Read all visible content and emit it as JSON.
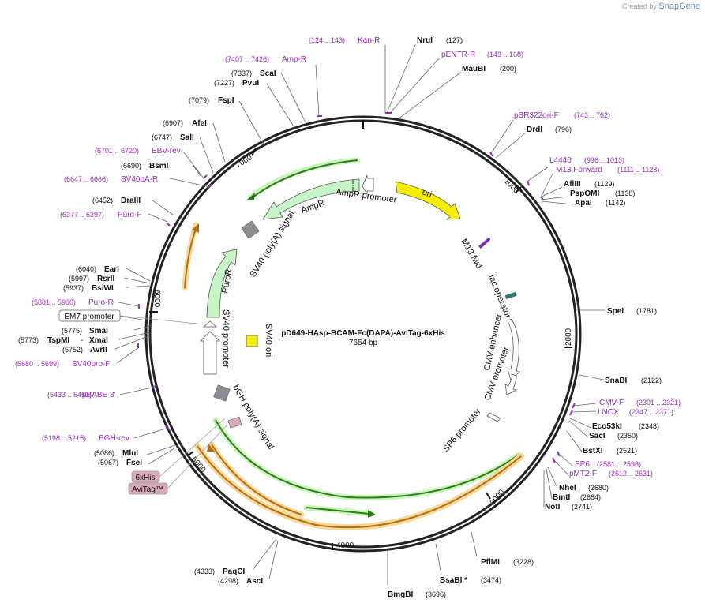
{
  "credit": {
    "prefix": "Created by",
    "brand": "SnapGene"
  },
  "plasmid": {
    "name": "pD649-HAsp-BCAM-Fc(DAPA)-AviTag-6xHis",
    "size_label": "7654 bp",
    "length": 7654
  },
  "ticks": [
    "1000",
    "2000",
    "3000",
    "4000",
    "5000",
    "6000",
    "7000"
  ],
  "sites": [
    {
      "name": "NruI",
      "pos": "(127)",
      "bold": true
    },
    {
      "name": "MauBI",
      "pos": "(200)",
      "bold": true
    },
    {
      "name": "DrdI",
      "pos": "(796)",
      "bold": true
    },
    {
      "name": "AflIII",
      "pos": "(1129)",
      "bold": true
    },
    {
      "name": "PspOMI",
      "pos": "(1138)",
      "bold": true
    },
    {
      "name": "ApaI",
      "pos": "(1142)",
      "bold": true
    },
    {
      "name": "SpeI",
      "pos": "(1781)",
      "bold": true
    },
    {
      "name": "SnaBI",
      "pos": "(2122)",
      "bold": true
    },
    {
      "name": "Eco53kI",
      "pos": "(2348)",
      "bold": true
    },
    {
      "name": "SacI",
      "pos": "(2350)",
      "bold": true
    },
    {
      "name": "BstXI",
      "pos": "(2521)",
      "bold": true
    },
    {
      "name": "NheI",
      "pos": "(2680)",
      "bold": true
    },
    {
      "name": "BmtI",
      "pos": "(2684)",
      "bold": true
    },
    {
      "name": "NotI",
      "pos": "(2741)",
      "bold": true
    },
    {
      "name": "PflMI",
      "pos": "(3228)",
      "bold": true
    },
    {
      "name": "BsaBI *",
      "pos": "(3474)",
      "bold": true
    },
    {
      "name": "BmgBI",
      "pos": "(3696)",
      "bold": true
    },
    {
      "name": "PaqCI",
      "pos": "(4333)",
      "bold": true
    },
    {
      "name": "AscI",
      "pos": "(4298)",
      "bold": true
    },
    {
      "name": "MluI",
      "pos": "(5086)",
      "bold": true
    },
    {
      "name": "FseI",
      "pos": "(5067)",
      "bold": true
    },
    {
      "name": "SmaI",
      "pos": "(5775)",
      "bold": true
    },
    {
      "name": "TspMI",
      "pos": "(5773)",
      "bold": true
    },
    {
      "name": "XmaI",
      "pos": "",
      "bold": true
    },
    {
      "name": "AvrII",
      "pos": "(5752)",
      "bold": true
    },
    {
      "name": "EarI",
      "pos": "(6040)",
      "bold": true
    },
    {
      "name": "RsrII",
      "pos": "(5997)",
      "bold": true
    },
    {
      "name": "BsiWI",
      "pos": "(5937)",
      "bold": true
    },
    {
      "name": "DraIII",
      "pos": "(6452)",
      "bold": true
    },
    {
      "name": "BsmI",
      "pos": "(6690)",
      "bold": true
    },
    {
      "name": "SalI",
      "pos": "(6747)",
      "bold": true
    },
    {
      "name": "AfeI",
      "pos": "(6907)",
      "bold": true
    },
    {
      "name": "FspI",
      "pos": "(7079)",
      "bold": true
    },
    {
      "name": "PvuI",
      "pos": "(7227)",
      "bold": true
    },
    {
      "name": "ScaI",
      "pos": "(7337)",
      "bold": true
    }
  ],
  "primers": [
    {
      "name": "Kan-R",
      "pos": "(124 .. 143)"
    },
    {
      "name": "pENTR-R",
      "pos": "(149 .. 168)"
    },
    {
      "name": "pBR322ori-F",
      "pos": "(743 .. 762)"
    },
    {
      "name": "L4440",
      "pos": "(996 .. 1013)"
    },
    {
      "name": "M13 Forward",
      "pos": "(1111 .. 1128)"
    },
    {
      "name": "CMV-F",
      "pos": "(2301 .. 2321)"
    },
    {
      "name": "LNCX",
      "pos": "(2347 .. 2371)"
    },
    {
      "name": "SP6",
      "pos": "(2581 .. 2598)"
    },
    {
      "name": "pMT2-F",
      "pos": "(2612 .. 2631)"
    },
    {
      "name": "BGH-rev",
      "pos": "(5198 .. 5215)"
    },
    {
      "name": "pBABE 3'",
      "pos": "(5433 .. 5453)"
    },
    {
      "name": "SV40pro-F",
      "pos": "(5680 .. 5699)"
    },
    {
      "name": "Puro-R",
      "pos": "(5881 .. 5900)"
    },
    {
      "name": "Puro-F",
      "pos": "(6377 .. 6397)"
    },
    {
      "name": "SV40pA-R",
      "pos": "(6647 .. 6666)"
    },
    {
      "name": "EBV-rev",
      "pos": "(6701 .. 6720)"
    },
    {
      "name": "Amp-R",
      "pos": "(7407 .. 7426)"
    }
  ],
  "boxed_labels": [
    "EM7 promoter",
    "6xHis",
    "AviTag™"
  ],
  "features": [
    "ori",
    "M13 fwd",
    "lac operator",
    "CMV enhancer",
    "CMV promoter",
    "SP6 promoter",
    "bGH poly(A) signal",
    "SV40 ori",
    "SV40 promoter",
    "PuroR",
    "SV40 poly(A) signal",
    "AmpR",
    "AmpR promoter"
  ],
  "colors": {
    "backbone": "#222222",
    "enzyme": "#111111",
    "primer": "#9a2bbf",
    "ori": "#f7ee00",
    "ampr": "#c8f5c8",
    "feature_gray": "#8a8f96",
    "orf_green": "#2e7a1a",
    "orf_orange": "#e0a020",
    "tag_fill": "#d9aab8"
  }
}
